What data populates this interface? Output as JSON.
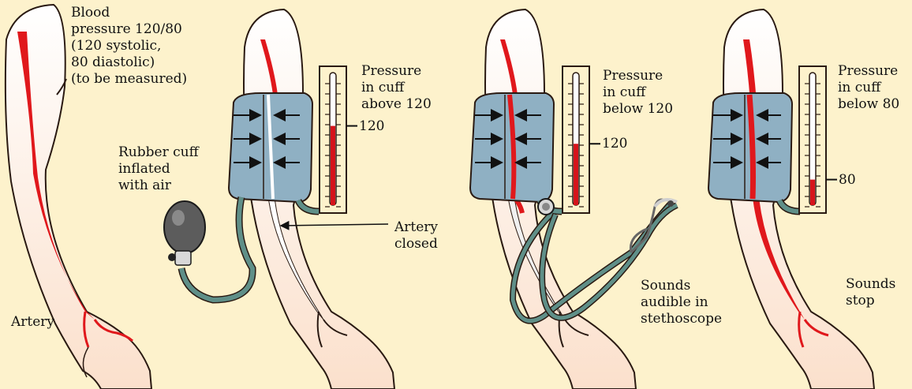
{
  "colors": {
    "background": "#fdf2cc",
    "skin": "#fbe0cc",
    "skin_outline": "#2a1a12",
    "artery": "#e0181c",
    "cuff": "#8fb0c3",
    "tube": "#5f8f88",
    "bulb": "#5c5c5c",
    "mercury": "#d6141b"
  },
  "labels": {
    "blood_pressure": "Blood\npressure 120/80\n(120 systolic,\n80 diastolic)\n(to be measured)",
    "rubber_cuff": "Rubber cuff\ninflated\nwith air",
    "artery": "Artery",
    "pressure_above_120": "Pressure\nin cuff\nabove 120",
    "artery_closed": "Artery\nclosed",
    "pressure_below_120": "Pressure\nin cuff\nbelow 120",
    "sounds_audible": "Sounds\naudible in\nstethoscope",
    "pressure_below_80": "Pressure\nin cuff\nbelow 80",
    "sounds_stop": "Sounds\nstop"
  },
  "gauges": [
    {
      "reading_label": "120",
      "level": 0.62
    },
    {
      "reading_label": "120",
      "level": 0.48
    },
    {
      "reading_label": "80",
      "level": 0.2
    }
  ],
  "icons": [
    "arm-illustration",
    "cuff-icon",
    "pressure-gauge-icon",
    "rubber-bulb-icon",
    "stethoscope-icon",
    "arrow-icon"
  ]
}
